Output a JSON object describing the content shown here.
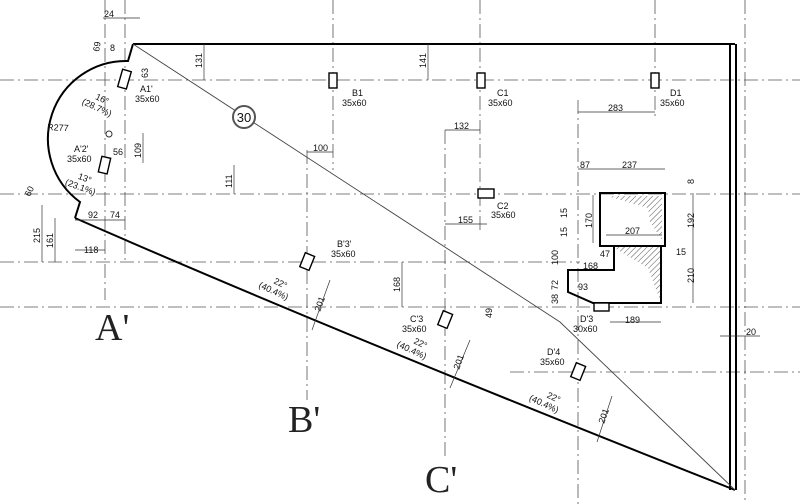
{
  "title": "Floor framing plan",
  "section_marker": "30",
  "axes": [
    "A'",
    "B'",
    "C'"
  ],
  "columns": [
    {
      "id": "A1'",
      "size": "35x60"
    },
    {
      "id": "A'2'",
      "size": "35x60"
    },
    {
      "id": "B1",
      "size": "35x60"
    },
    {
      "id": "C1",
      "size": "35x60"
    },
    {
      "id": "D1",
      "size": "35x60"
    },
    {
      "id": "C2",
      "size": "35x60"
    },
    {
      "id": "B'3'",
      "size": "35x60"
    },
    {
      "id": "C'3",
      "size": "35x60"
    },
    {
      "id": "D'3",
      "size": "30x60"
    },
    {
      "id": "D'4",
      "size": "35x60"
    }
  ],
  "angles": [
    {
      "deg": "16°",
      "pct": "(28.7%)"
    },
    {
      "deg": "13°",
      "pct": "(23.1%)"
    },
    {
      "deg": "22°",
      "pct": "(40.4%)"
    },
    {
      "deg": "22°",
      "pct": "(40.4%)"
    },
    {
      "deg": "22°",
      "pct": "(40.4%)"
    }
  ],
  "radius": "R277",
  "dimensions": {
    "d24": "24",
    "d69": "69",
    "d8": "8",
    "d63": "63",
    "d131": "131",
    "d141": "141",
    "d56": "56",
    "d109": "109",
    "d111": "111",
    "d60": "60",
    "d215": "215",
    "d161": "161",
    "d92": "92",
    "d74": "74",
    "d118": "118",
    "d100": "100",
    "d132": "132",
    "d155": "155",
    "d283": "283",
    "d87": "87",
    "d237": "237",
    "d8b": "8",
    "d192": "192",
    "d170": "170",
    "d15a": "15",
    "d15b": "15",
    "d207": "207",
    "d47": "47",
    "d15c": "15",
    "d168a": "168",
    "d100b": "100",
    "d72": "72",
    "d38": "38",
    "d93": "93",
    "d210": "210",
    "d189": "189",
    "d20": "20",
    "d168b": "168",
    "d49": "49",
    "d201a": "201",
    "d201b": "201",
    "d201c": "201"
  }
}
